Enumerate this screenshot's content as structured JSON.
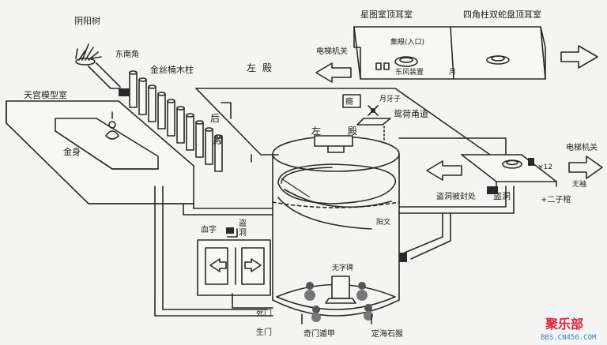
{
  "labels": {
    "yinyang_tree": "阴阳树",
    "east_south": "东南角",
    "jinsi_nanmu": "金丝楠木柱",
    "tiangong_model_room": "天宫模型室",
    "jinshen": "金身",
    "left_hall_top": "左",
    "left_hall_top2": "殿",
    "rear_hall_a": "后",
    "rear_hall_b": "殿",
    "left_hall_mid_a": "左",
    "left_hall_mid_b": "殿",
    "xingtu_room": "星图室顶耳室",
    "sijiao_room": "四角柱双蛇盘顶耳室",
    "elevator_left": "电梯机关",
    "elevator_right": "电梯机关",
    "jiyan": "集眼(入口)",
    "dongfeng": "东风装置",
    "yue": "月",
    "box_mark": "瘾",
    "yue_zi": "月牙子",
    "jingji_nandao": "鸳荷甬道",
    "daodong_seal": "盗洞被封处",
    "daodong_right": "盗洞",
    "x12": "×12",
    "wuxiu": "无袖",
    "erzhi_guan": "+二子棺",
    "xuezi": "血字",
    "daodong_left_a": "盗",
    "daodong_left_b": "洞",
    "yangwen": "阳文",
    "wuzi_bei": "无字碑",
    "simen": "死门",
    "shengmen": "生门",
    "qimen_dunjia": "奇门遁甲",
    "dinghai_shihou": "定海石猴"
  },
  "watermark": {
    "title": "聚乐部",
    "url": "BBS.CN456.COM"
  },
  "colors": {
    "ink": "#2a2a2a",
    "paper": "#f4f4f2",
    "watermark_red": "#d9243c",
    "watermark_blue": "#3a86c8"
  }
}
